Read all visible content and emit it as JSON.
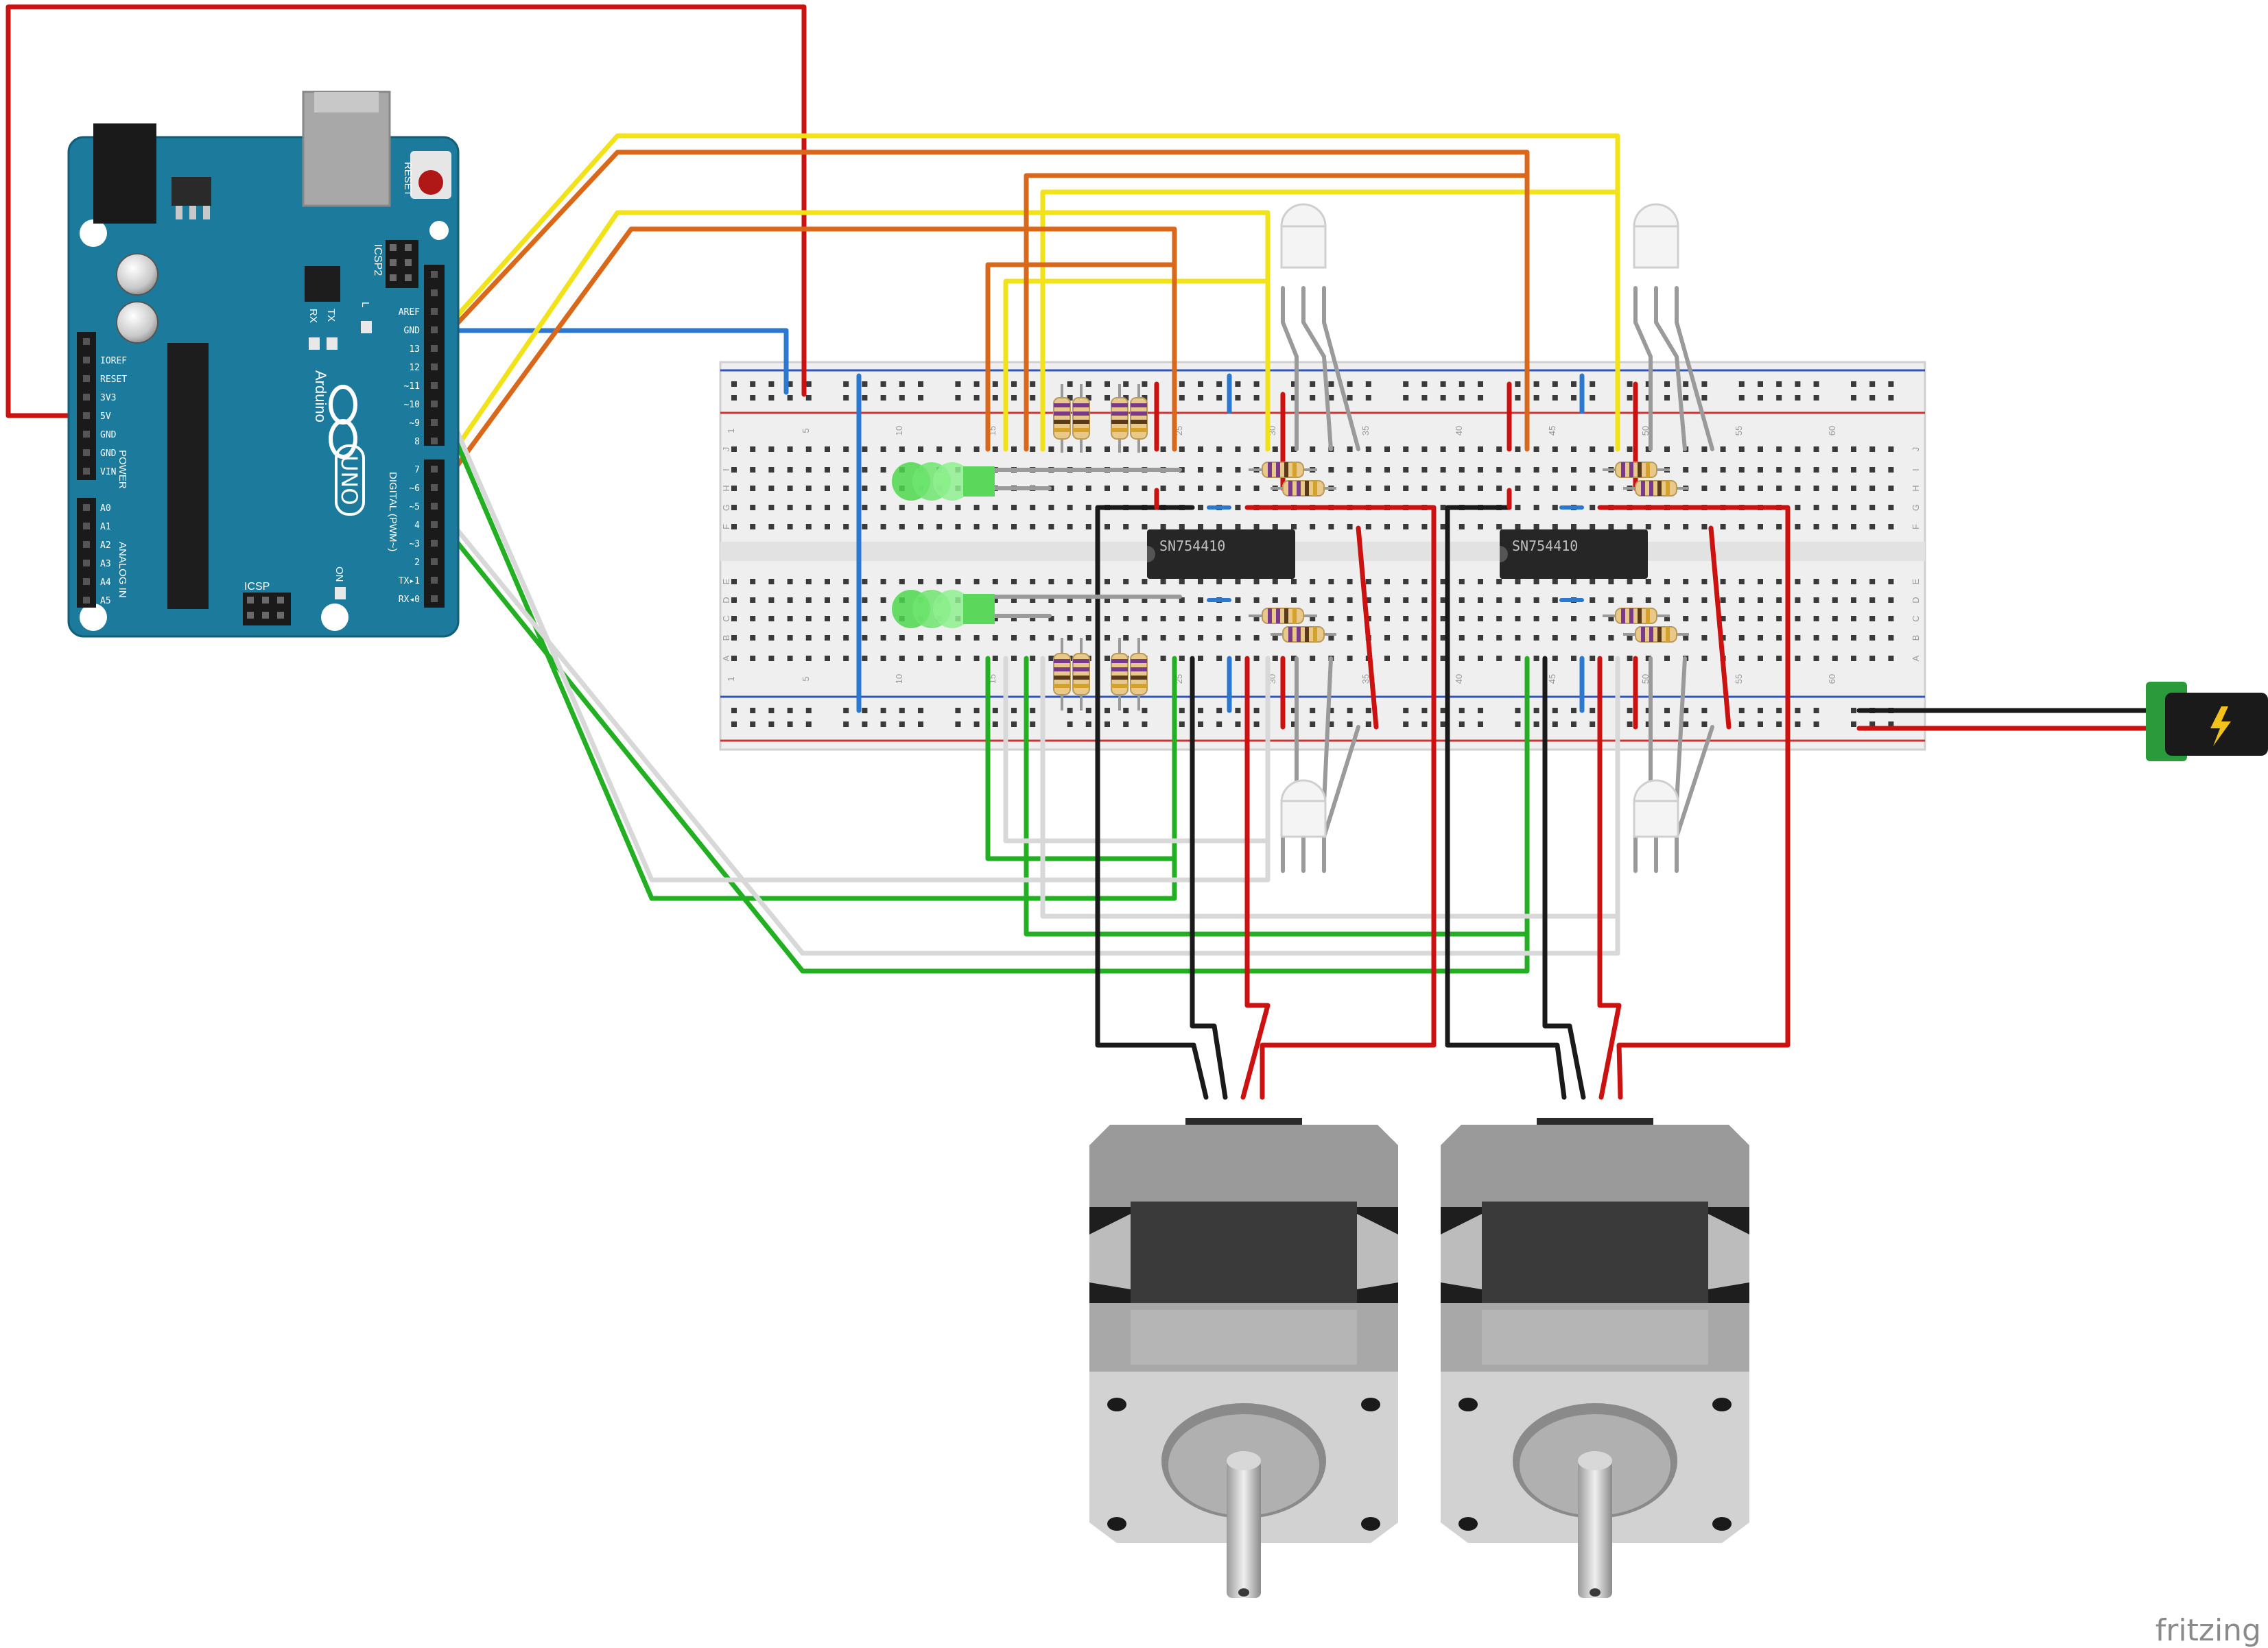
{
  "arduino": {
    "brand": "Arduino",
    "model": "UNO",
    "reset_label": "RESET",
    "icsp_label": "ICSP",
    "icsp2_label": "ICSP2",
    "on_label": "ON",
    "tx_label": "TX",
    "rx_label": "RX",
    "l_label": "L",
    "digital_label": "DIGITAL (PWM~)",
    "analog_label": "ANALOG IN",
    "power_label": "POWER",
    "power_pins": [
      "IOREF",
      "RESET",
      "3V3",
      "5V",
      "GND",
      "GND",
      "VIN"
    ],
    "analog_pins": [
      "A0",
      "A1",
      "A2",
      "A3",
      "A4",
      "A5"
    ],
    "digital_pins_upper": [
      "AREF",
      "GND",
      "13",
      "12",
      "~11",
      "~10",
      "~9",
      "8"
    ],
    "digital_pins_lower": [
      "7",
      "~6",
      "~5",
      "4",
      "~3",
      "2",
      "TX▸1",
      "RX◂0"
    ]
  },
  "breadboard": {
    "column_numbers": [
      "1",
      "5",
      "10",
      "15",
      "20",
      "25",
      "30",
      "35",
      "40",
      "45",
      "50",
      "55",
      "60"
    ],
    "row_letters_top": [
      "J",
      "I",
      "H",
      "G",
      "F"
    ],
    "row_letters_bottom": [
      "E",
      "D",
      "C",
      "B",
      "A"
    ]
  },
  "chips": [
    {
      "label": "SN754410"
    },
    {
      "label": "SN754410"
    }
  ],
  "colors": {
    "wire_red": "#cc1111",
    "wire_black": "#1a1a1a",
    "wire_yellow": "#f2e21a",
    "wire_orange": "#d9681a",
    "wire_blue": "#2a78d0",
    "wire_green": "#22b022",
    "wire_white": "#d8d8d8",
    "arduino_board": "#1c7a9c",
    "breadboard": "#efefef",
    "led_green": "#4ed84e",
    "motor_body": "#9a9a9a"
  },
  "watermark": "fritzing"
}
